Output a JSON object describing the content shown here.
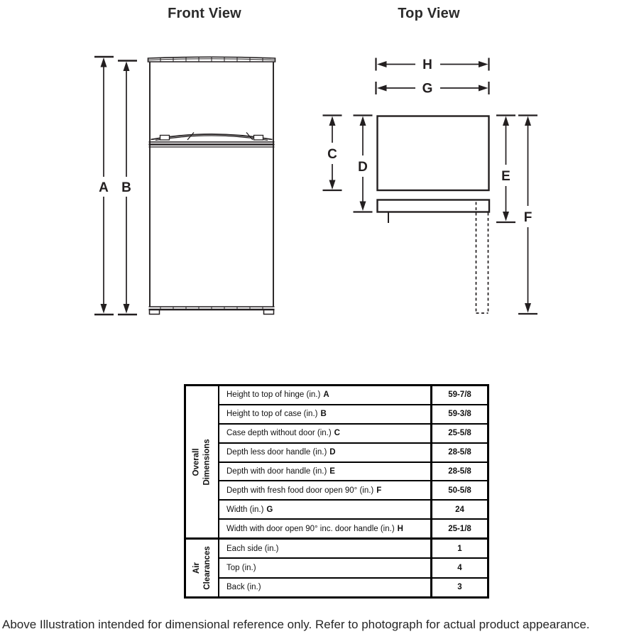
{
  "diagram": {
    "front_view_title": "Front View",
    "top_view_title": "Top View",
    "dimension_labels": {
      "A": "A",
      "B": "B",
      "C": "C",
      "D": "D",
      "E": "E",
      "F": "F",
      "G": "G",
      "H": "H"
    }
  },
  "table": {
    "sections": [
      {
        "header_line1": "Overall",
        "header_line2": "Dimensions",
        "rows": [
          {
            "label": "Height to top of hinge (in.)",
            "letter": "A",
            "value": "59-7/8"
          },
          {
            "label": "Height to top of case (in.)",
            "letter": "B",
            "value": "59-3/8"
          },
          {
            "label": "Case depth without door (in.)",
            "letter": "C",
            "value": "25-5/8"
          },
          {
            "label": "Depth less door handle (in.)",
            "letter": "D",
            "value": "28-5/8"
          },
          {
            "label": "Depth with door handle (in.)",
            "letter": "E",
            "value": "28-5/8"
          },
          {
            "label": "Depth with fresh food door open 90° (in.)",
            "letter": "F",
            "value": "50-5/8"
          },
          {
            "label": "Width (in.)",
            "letter": "G",
            "value": "24"
          },
          {
            "label": "Width with door open 90° inc. door handle (in.)",
            "letter": "H",
            "value": "25-1/8"
          }
        ]
      },
      {
        "header_line1": "Air",
        "header_line2": "Clearances",
        "rows": [
          {
            "label": "Each side (in.)",
            "letter": "",
            "value": "1"
          },
          {
            "label": "Top (in.)",
            "letter": "",
            "value": "4"
          },
          {
            "label": "Back (in.)",
            "letter": "",
            "value": "3"
          }
        ]
      }
    ]
  },
  "caption": "Above Illustration intended for dimensional reference only. Refer to photograph for actual product appearance.",
  "colors": {
    "line": "#231f20",
    "text": "#2b2b2b"
  }
}
